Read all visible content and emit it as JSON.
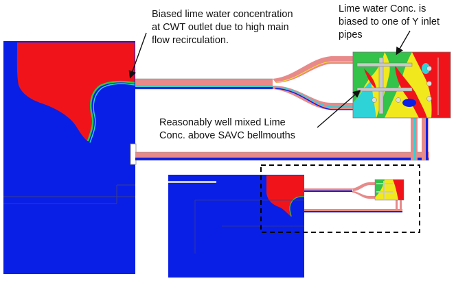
{
  "annotations": {
    "cwt_outlet": "Biased  lime water concentration\nat CWT outlet  due to high main\nflow recirculation.",
    "y_inlet": "Lime water Conc. is\nbiased to one of Y inlet\npipes",
    "bellmouths": "Reasonably well mixed Lime\nConc. above SAVC  bellmouths"
  },
  "colors": {
    "background": "#ffffff",
    "low_concentration": "#0a1fe6",
    "high_concentration": "#f0141a",
    "mid_green": "#33c24a",
    "mid_yellow": "#f2e81e",
    "mid_cyan": "#2ed3d8",
    "pipe_pink": "#e88a8a",
    "callout_box": "#000000"
  }
}
